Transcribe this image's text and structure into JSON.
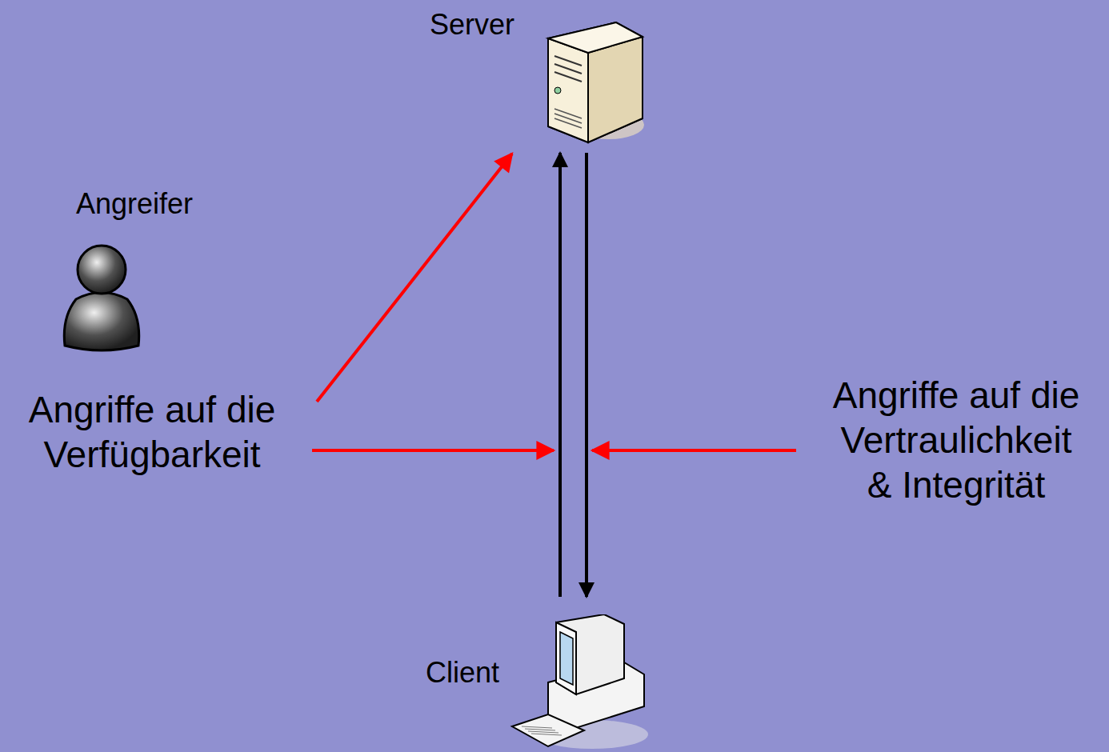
{
  "diagram": {
    "nodes": [
      {
        "text": [
          "Server"
        ]
      },
      {
        "text": [
          "Angreifer"
        ]
      },
      {
        "text": [
          "Client"
        ]
      }
    ],
    "edges": [
      {
        "from": 2,
        "to": 0,
        "arrow": "to"
      },
      {
        "from": 0,
        "to": 2,
        "arrow": "to"
      }
    ],
    "labels": [
      "Angriffe auf die Verfügbarkeit",
      "Angriffe auf die Vertraulichkeit & Integrität"
    ]
  }
}
